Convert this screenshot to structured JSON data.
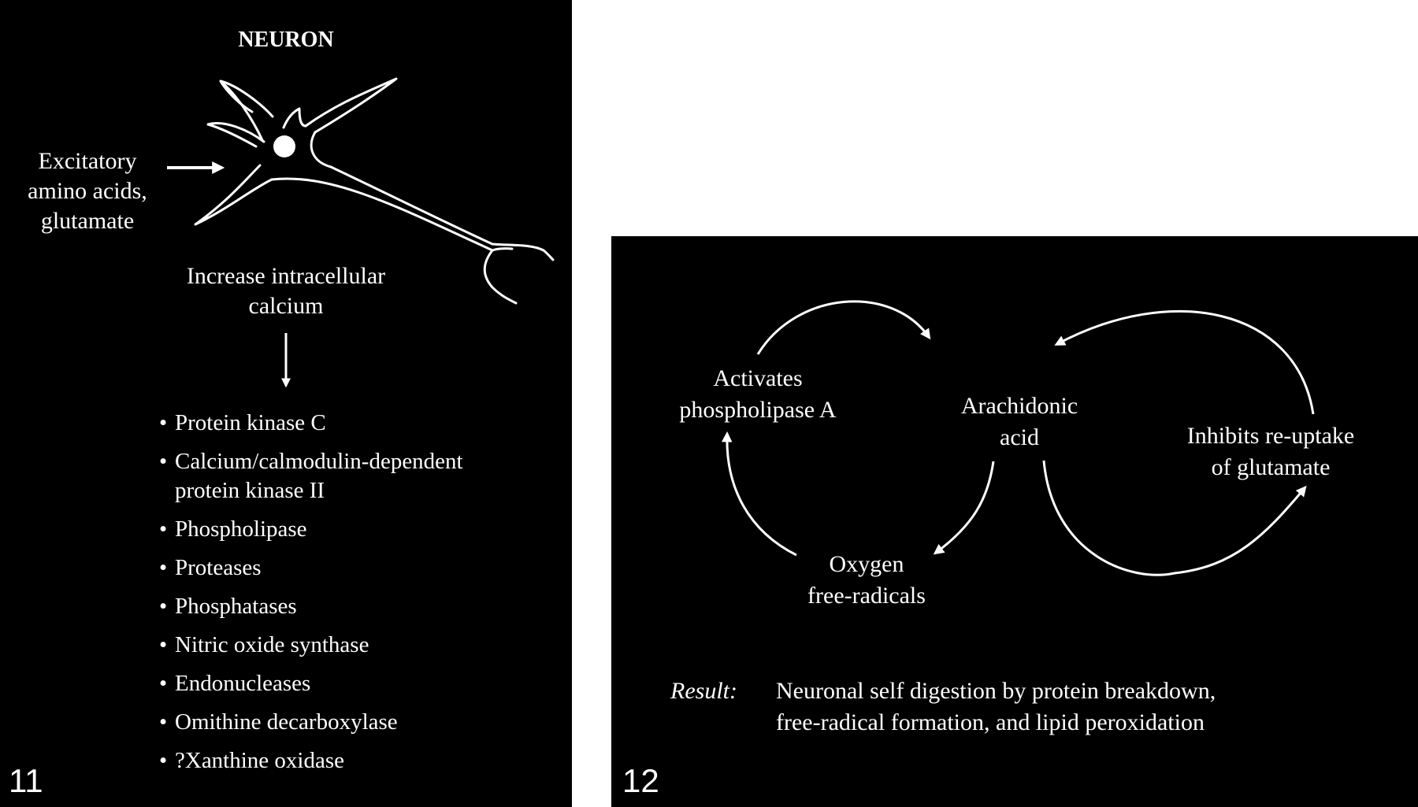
{
  "figure11": {
    "number": "11",
    "title": "NEURON",
    "input_label": [
      "Excitatory",
      "amino acids,",
      "glutamate"
    ],
    "effect_label": [
      "Increase intracellular",
      "calcium"
    ],
    "bullet": "•",
    "enzymes": [
      "Protein kinase C",
      "Calcium/calmodulin-dependent\nprotein kinase II",
      "Phospholipase",
      "Proteases",
      "Phosphatases",
      "Nitric oxide synthase",
      "Endonucleases",
      "Omithine decarboxylase",
      "?Xanthine oxidase"
    ]
  },
  "figure12": {
    "number": "12",
    "nodes": {
      "phospholipase": [
        "Activates",
        "phospholipase A"
      ],
      "arachidonic": [
        "Arachidonic",
        "acid"
      ],
      "reuptake": [
        "Inhibits re-uptake",
        "of glutamate"
      ],
      "radicals": [
        "Oxygen",
        "free-radicals"
      ]
    },
    "result_label": "Result:",
    "result_text": [
      "Neuronal self digestion by protein breakdown,",
      "free-radical formation, and lipid peroxidation"
    ]
  }
}
